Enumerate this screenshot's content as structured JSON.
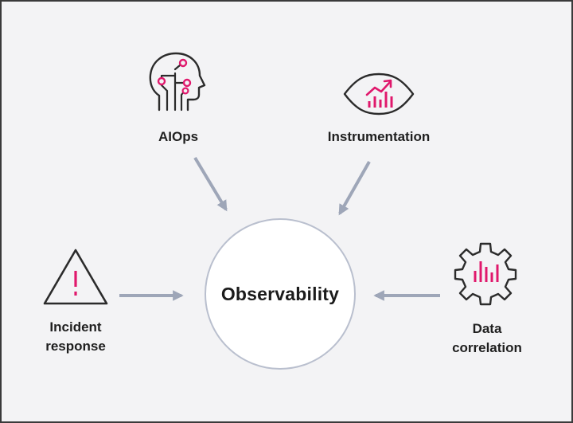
{
  "diagram": {
    "center": {
      "label": "Observability"
    },
    "nodes": [
      {
        "id": "aiops",
        "label_lines": [
          "AIOps"
        ],
        "icon": "head-circuit-icon"
      },
      {
        "id": "instrumentation",
        "label_lines": [
          "Instrumentation"
        ],
        "icon": "eye-chart-icon"
      },
      {
        "id": "incident",
        "label_lines": [
          "Incident",
          "response"
        ],
        "icon": "warning-triangle-icon"
      },
      {
        "id": "data",
        "label_lines": [
          "Data",
          "correlation"
        ],
        "icon": "gear-chart-icon"
      }
    ],
    "colors": {
      "background": "#f3f3f5",
      "frame": "#3a3a3a",
      "icon_line": "#2b2b2b",
      "accent": "#e0186c",
      "arrow": "#9ea6b8",
      "circle_border": "#b9bfce"
    }
  }
}
